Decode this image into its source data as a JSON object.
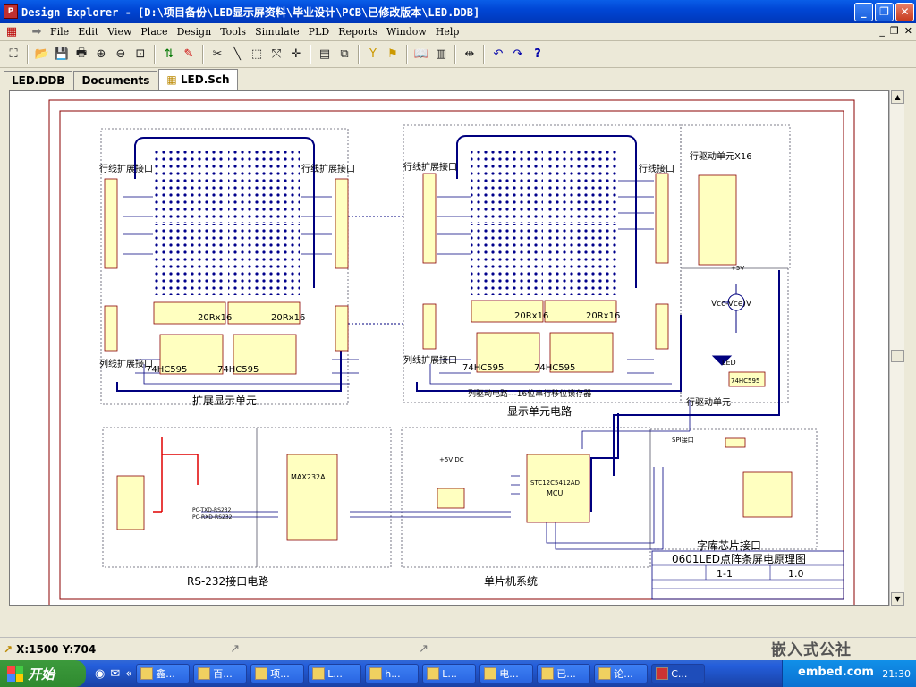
{
  "window": {
    "title": "Design Explorer - [D:\\项目备份\\LED显示屏资料\\毕业设计\\PCB\\已修改版本\\LED.DDB]",
    "app_icon": "protel-icon"
  },
  "menu": [
    "File",
    "Edit",
    "View",
    "Place",
    "Design",
    "Tools",
    "Simulate",
    "PLD",
    "Reports",
    "Window",
    "Help"
  ],
  "tabs": [
    {
      "label": "LED.DDB",
      "active": false
    },
    {
      "label": "Documents",
      "active": false
    },
    {
      "label": "LED.Sch",
      "active": true
    }
  ],
  "schematic": {
    "blocks": {
      "expand_display": "扩展显示单元",
      "display_unit": "显示单元电路",
      "rs232": "RS-232接口电路",
      "mcu_system": "单片机系统",
      "font_chip": "字库芯片接口",
      "row_driver": "行驱动单元",
      "row_driver_x16": "行驱动单元X16",
      "col_driver": "列驱动电路---16位串行移位锁存器"
    },
    "labels": {
      "row_expand_l1": "行线扩展接口",
      "row_expand_l2": "行线扩展接口",
      "col_expand_l1": "列线扩展接口",
      "col_expand_l2": "列线扩展接口",
      "row_port": "行线接口",
      "res_1": "20Rx16",
      "res_2": "20Rx16",
      "res_3": "20Rx16",
      "res_4": "20Rx16",
      "ic_1": "74HC595",
      "ic_2": "74HC595",
      "ic_3": "74HC595",
      "ic_4": "74HC595",
      "ic_5": "74HC595",
      "max232": "MAX232A",
      "mcu": "MCU",
      "stc": "STC12C5412AD",
      "power_formula": "Vcc-Vce)V",
      "led": "LED",
      "plus5v": "+5V",
      "plus5v_dc": "+5V DC",
      "spi_interface": "SPI接口",
      "pc_tx": "PC-TXD-RS232",
      "pc_rx": "PC-RXD-RS232"
    },
    "title_block": {
      "title": "0601LED点阵条屏电原理图",
      "number": "1-1",
      "revision": "1.0"
    }
  },
  "status": {
    "coords": "X:1500 Y:704"
  },
  "taskbar": {
    "start": "开始",
    "tasks": [
      "鑫...",
      "百...",
      "项...",
      "L...",
      "h...",
      "L...",
      "电...",
      "已...",
      "论...",
      "C..."
    ],
    "tray_text": "21:30"
  },
  "watermark": {
    "main": "嵌入式公社",
    "sub": "embed.com"
  },
  "colors": {
    "title_bar": "#0046d5",
    "wire": "#00007f",
    "component": "#ffffc0",
    "component_border": "#8b0000",
    "sheet_border": "#8b0000",
    "red_wire": "#e00000"
  }
}
